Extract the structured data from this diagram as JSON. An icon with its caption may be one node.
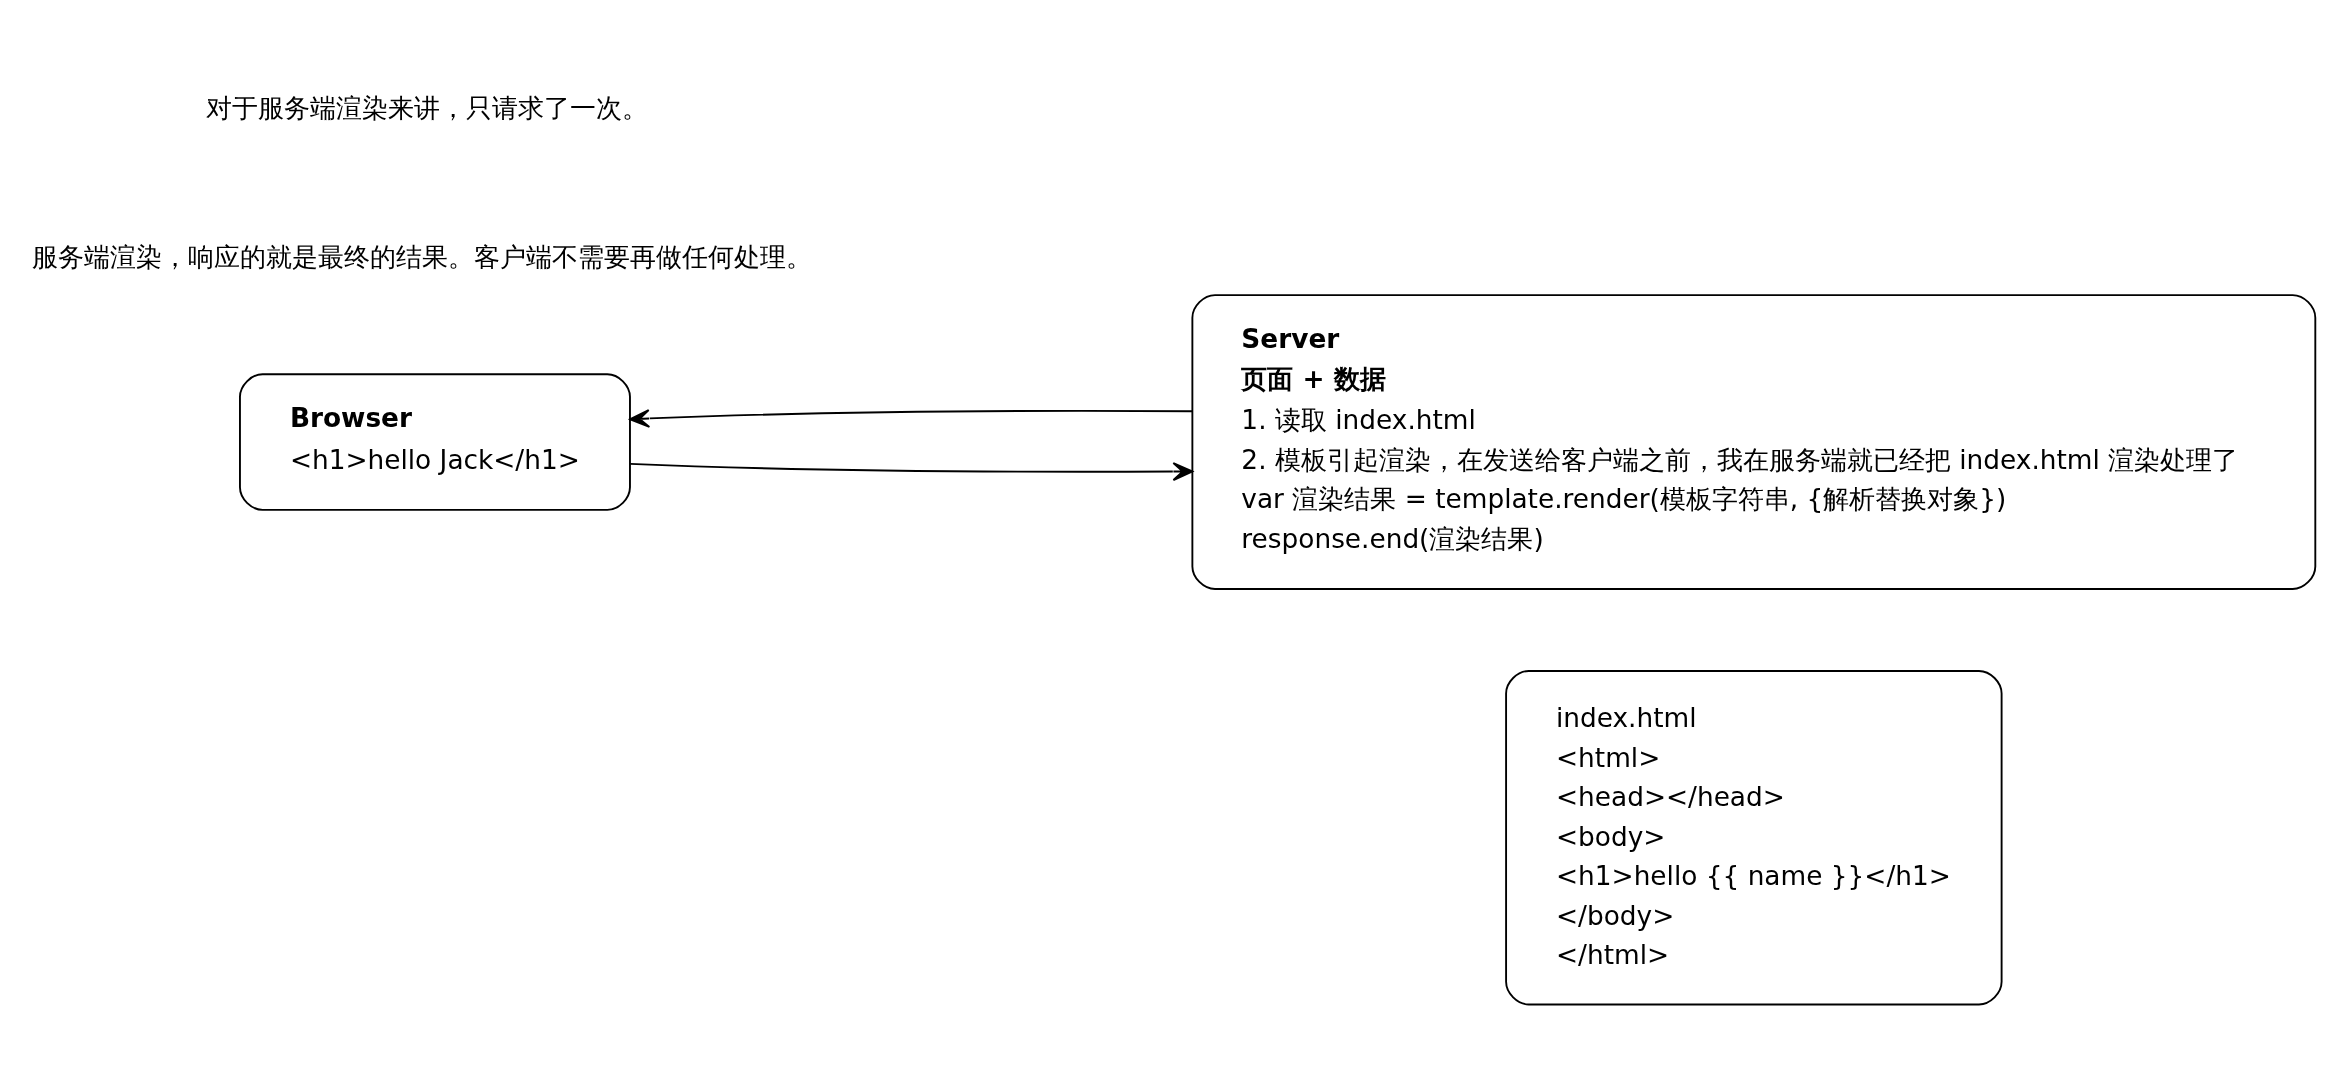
{
  "diagram": {
    "nodes": [
      {
        "text": [
          "Browser",
          "<h1>hello Jack</h1>"
        ]
      },
      {
        "text": [
          "Server",
          "页面 + 数据",
          "1. 读取 index.html",
          "2. 模板引起渲染，在发送给客户端之前，我在服务端就已经把 index.html 渲染处理了",
          "var 渲染结果 = template.render(模板字符串, {解析替换对象})",
          "response.end(渲染结果)"
        ]
      },
      {
        "text": [
          "index.html",
          "<html>",
          "<head></head>",
          "<body>",
          "<h1>hello {{ name }}</h1>",
          "</body>",
          "</html>"
        ]
      }
    ],
    "edges": [
      {
        "from": 0,
        "to": 1,
        "arrow": "to"
      },
      {
        "from": 1,
        "to": 0,
        "arrow": "to"
      }
    ],
    "labels": [
      "对于服务端渲染来讲，只请求了一次。",
      "服务端渲染，响应的就是最终的结果。客户端不需要再做任何处理。"
    ]
  }
}
